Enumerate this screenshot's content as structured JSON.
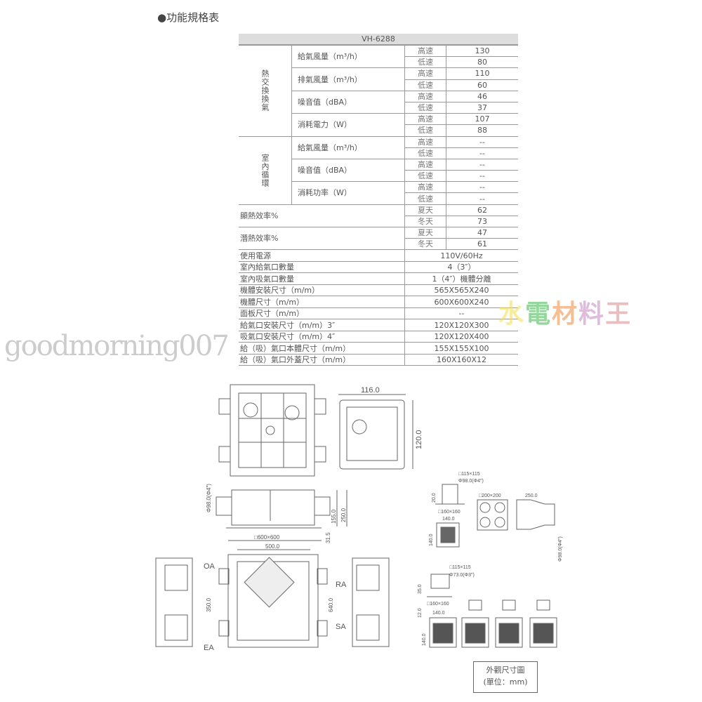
{
  "title": "●功能規格表",
  "model": "VH-6288",
  "groups": [
    {
      "name": "熱交換換氣",
      "items": [
        {
          "label": "給氣風量（m³/h）",
          "rows": [
            [
              "高速",
              "130"
            ],
            [
              "低速",
              "80"
            ]
          ]
        },
        {
          "label": "排氣風量（m³/h）",
          "rows": [
            [
              "高速",
              "110"
            ],
            [
              "低速",
              "60"
            ]
          ]
        },
        {
          "label": "噪音值（dBA）",
          "rows": [
            [
              "高速",
              "46"
            ],
            [
              "低速",
              "37"
            ]
          ]
        },
        {
          "label": "消耗電力（W）",
          "rows": [
            [
              "高速",
              "107"
            ],
            [
              "低速",
              "88"
            ]
          ]
        }
      ]
    },
    {
      "name": "室內循環",
      "items": [
        {
          "label": "給氣風量（m³/h）",
          "rows": [
            [
              "高速",
              "--"
            ],
            [
              "低速",
              "--"
            ]
          ]
        },
        {
          "label": "噪音值（dBA）",
          "rows": [
            [
              "高速",
              "--"
            ],
            [
              "低速",
              "--"
            ]
          ]
        },
        {
          "label": "消耗功率（W）",
          "rows": [
            [
              "高速",
              "--"
            ],
            [
              "低速",
              "--"
            ]
          ]
        }
      ]
    }
  ],
  "efficiency": [
    {
      "label": "顯熱效率%",
      "rows": [
        [
          "夏天",
          "62"
        ],
        [
          "冬天",
          "73"
        ]
      ]
    },
    {
      "label": "潛熱效率%",
      "rows": [
        [
          "夏天",
          "47"
        ],
        [
          "冬天",
          "61"
        ]
      ]
    }
  ],
  "specs": [
    [
      "使用電源",
      "110V/60Hz"
    ],
    [
      "室內給氣口數量",
      "4（3″）"
    ],
    [
      "室內吸氣口數量",
      "1（4″）機體分離"
    ],
    [
      "機體安裝尺寸（m/m）",
      "565X565X240"
    ],
    [
      "機體尺寸（m/m）",
      "600X600X240"
    ],
    [
      "面板尺寸（m/m）",
      "--"
    ],
    [
      "給氣口安裝尺寸（m/m）3″",
      "120X120X300"
    ],
    [
      "吸氣口安裝尺寸（m/m）4″",
      "120X120X400"
    ],
    [
      "給（吸）氣口本體尺寸（m/m）",
      "155X155X100"
    ],
    [
      "給（吸）氣口外蓋尺寸（m/m）",
      "160X160X12"
    ]
  ],
  "watermark": {
    "brand": "水電材料王",
    "user": "goodmorning007"
  },
  "drawing": {
    "ctrl_w": "116.0",
    "ctrl_h": "120.0",
    "side_d": "Φ98.0(Φ4″)",
    "side_h1": "155.0",
    "side_h2": "250.0",
    "side_off": "31.5",
    "plan_outer": "□600×600",
    "plan_inner": "500.0",
    "plan_350": "350.0",
    "plan_640": "640.0",
    "oa": "OA",
    "ra": "RA",
    "sa": "SA",
    "ea": "EA",
    "p1_box": "□115×115",
    "p1_d": "Φ98.0(Φ4″)",
    "p1_h": "20.0",
    "p1_cover": "□160×160",
    "p1_w": "140.0",
    "p1_hh": "140.0",
    "p2_box": "□200×200",
    "p2_len": "250.0",
    "p2_d": "Φ98.0(Φ4″)",
    "p3_box": "□115×115",
    "p3_d": "Φ73.0(Φ3″)",
    "p3_h1": "35.0",
    "p3_h2": "12.0",
    "p3_cover": "□160×160",
    "p3_w": "140.0",
    "p3_hh": "140.0",
    "caption1": "外觀尺寸圖",
    "caption2": "(單位：mm)"
  }
}
